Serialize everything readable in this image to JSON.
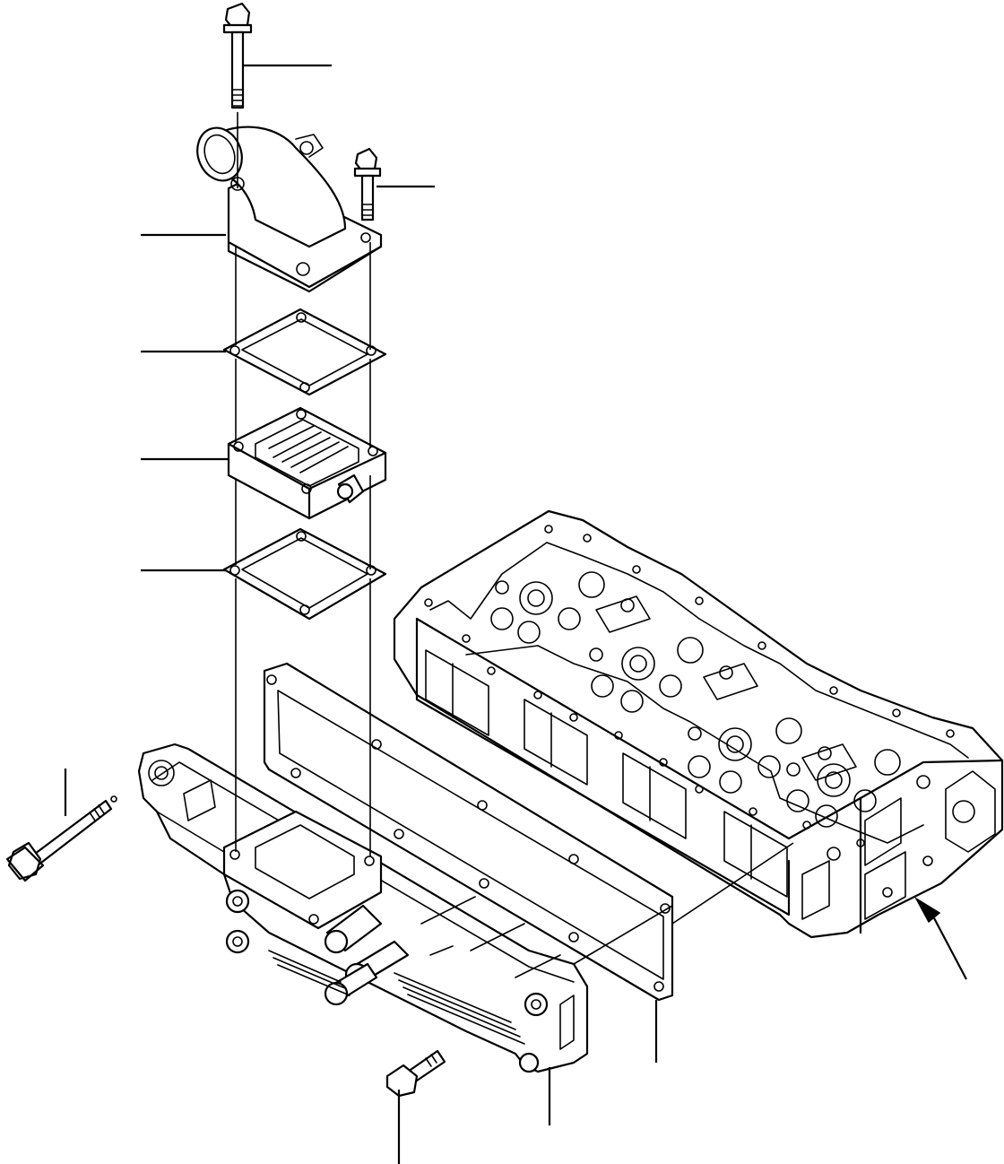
{
  "diagram": {
    "parts": [
      {
        "id": "flange-bolt-long",
        "label": ""
      },
      {
        "id": "flange-bolt-short",
        "label": ""
      },
      {
        "id": "intake-connector",
        "label": ""
      },
      {
        "id": "gasket-upper",
        "label": ""
      },
      {
        "id": "intake-heater",
        "label": ""
      },
      {
        "id": "gasket-lower",
        "label": ""
      },
      {
        "id": "intake-manifold",
        "label": ""
      },
      {
        "id": "manifold-gasket",
        "label": ""
      },
      {
        "id": "manifold-bolt-left",
        "label": ""
      },
      {
        "id": "manifold-bolt-bottom",
        "label": ""
      },
      {
        "id": "cylinder-head",
        "label": ""
      }
    ],
    "colors": {
      "stroke": "#000000",
      "background": "#ffffff"
    }
  }
}
